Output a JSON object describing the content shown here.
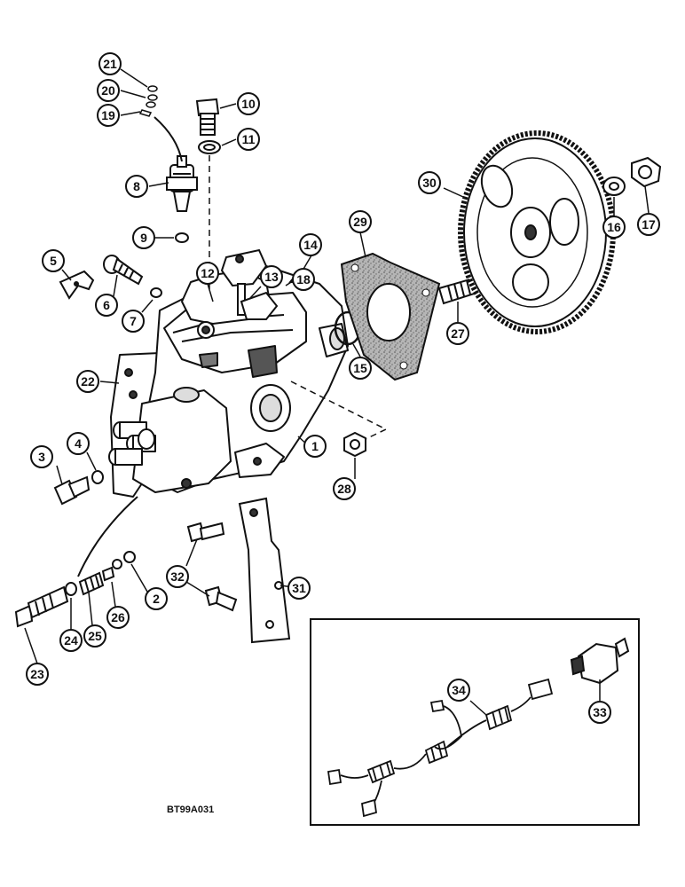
{
  "figure": {
    "code": "BT99A031"
  },
  "callouts": [
    {
      "id": "1",
      "label": "1"
    },
    {
      "id": "2",
      "label": "2"
    },
    {
      "id": "3",
      "label": "3"
    },
    {
      "id": "4",
      "label": "4"
    },
    {
      "id": "5",
      "label": "5"
    },
    {
      "id": "6",
      "label": "6"
    },
    {
      "id": "7",
      "label": "7"
    },
    {
      "id": "8",
      "label": "8"
    },
    {
      "id": "9",
      "label": "9"
    },
    {
      "id": "10",
      "label": "10"
    },
    {
      "id": "11",
      "label": "11"
    },
    {
      "id": "12",
      "label": "12"
    },
    {
      "id": "13",
      "label": "13"
    },
    {
      "id": "14",
      "label": "14"
    },
    {
      "id": "15",
      "label": "15"
    },
    {
      "id": "16",
      "label": "16"
    },
    {
      "id": "17",
      "label": "17"
    },
    {
      "id": "18",
      "label": "18"
    },
    {
      "id": "19",
      "label": "19"
    },
    {
      "id": "20",
      "label": "20"
    },
    {
      "id": "21",
      "label": "21"
    },
    {
      "id": "22",
      "label": "22"
    },
    {
      "id": "23",
      "label": "23"
    },
    {
      "id": "24",
      "label": "24"
    },
    {
      "id": "25",
      "label": "25"
    },
    {
      "id": "26",
      "label": "26"
    },
    {
      "id": "27",
      "label": "27"
    },
    {
      "id": "28",
      "label": "28"
    },
    {
      "id": "29",
      "label": "29"
    },
    {
      "id": "30",
      "label": "30"
    },
    {
      "id": "31",
      "label": "31"
    },
    {
      "id": "32",
      "label": "32"
    },
    {
      "id": "33",
      "label": "33"
    },
    {
      "id": "34",
      "label": "34"
    }
  ],
  "colors": {
    "line": "#111111",
    "gasket_fill": "#9a9a9a",
    "part_fill": "#ffffff",
    "shade": "#555555"
  }
}
